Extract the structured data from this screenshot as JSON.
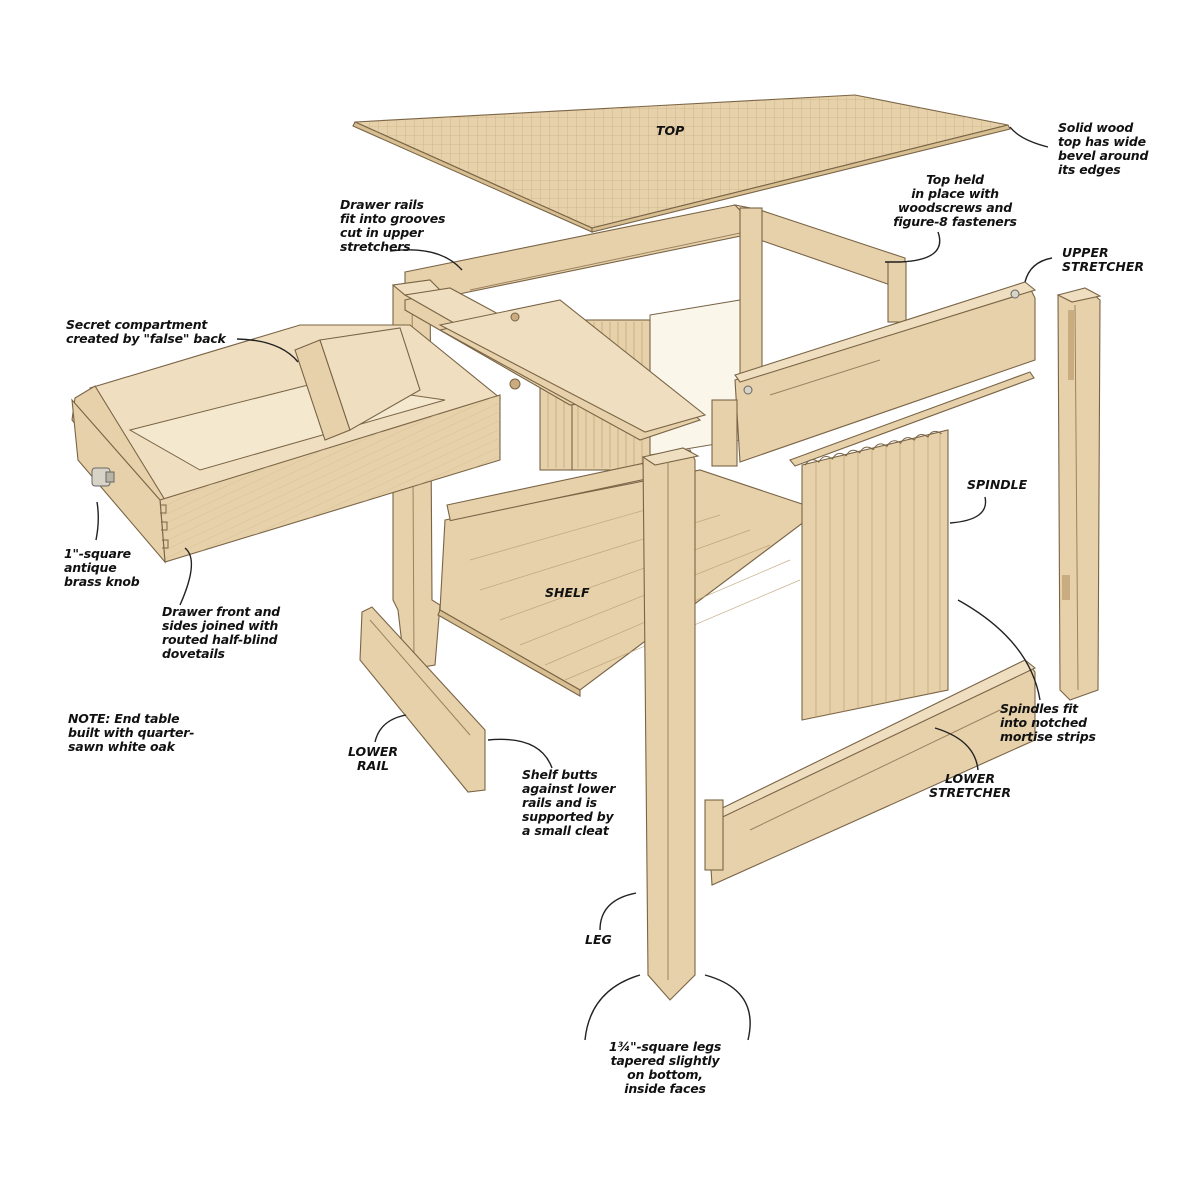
{
  "figure": {
    "title": "End table exploded view",
    "wood_color": "#e6d1aa",
    "line_color": "#7a6446",
    "parts": {
      "top": "TOP",
      "upper_stretcher": "UPPER\nSTRETCHER",
      "spindle": "SPINDLE",
      "shelf": "SHELF",
      "lower_rail": "LOWER\nRAIL",
      "lower_stretcher": "LOWER\nSTRETCHER",
      "leg": "LEG"
    },
    "callouts": {
      "solid_top": "Solid wood\ntop has wide\nbevel around\nits edges",
      "top_held": "Top held\nin place with\nwoodscrews and\nfigure-8 fasteners",
      "drawer_rails": "Drawer rails\nfit into grooves\ncut in upper\nstretchers",
      "secret_compartment": "Secret compartment\ncreated by \"false\" back",
      "brass_knob": "1\"-square\nantique\nbrass knob",
      "drawer_front": "Drawer front and\nsides joined with\nrouted half-blind\ndovetails",
      "note": "NOTE: End table\nbuilt with quarter-\nsawn white oak",
      "shelf_butts": "Shelf butts\nagainst lower\nrails and is\nsupported by\na small cleat",
      "spindles_fit": "Spindles fit\ninto notched\nmortise strips",
      "legs_tapered": "1¾\"-square legs\ntapered slightly\non bottom,\ninside faces"
    }
  }
}
